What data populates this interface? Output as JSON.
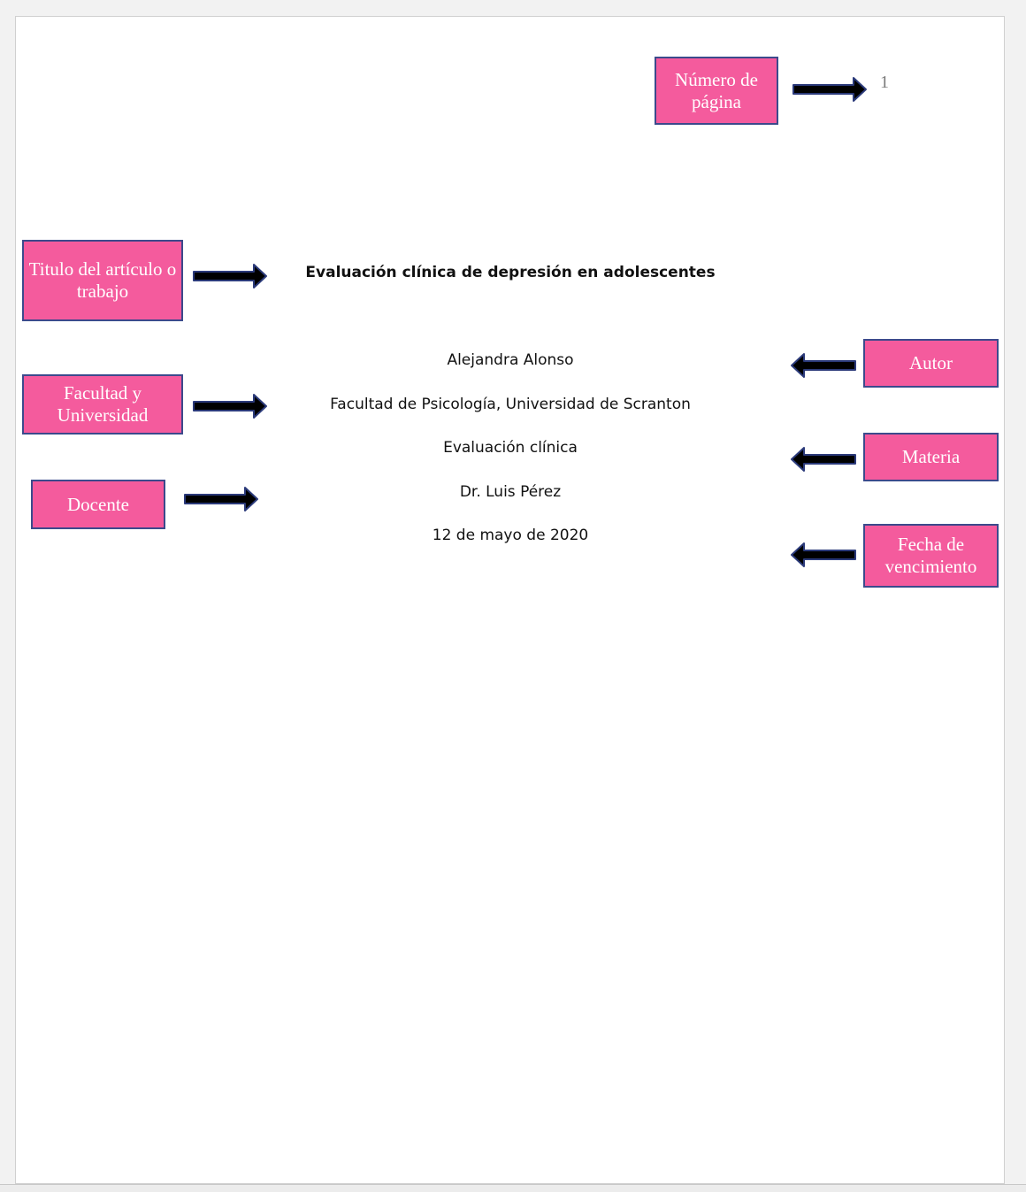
{
  "document": {
    "page_number": "1",
    "title": "Evaluación clínica de depresión en adolescentes",
    "author": "Alejandra Alonso",
    "affiliation": "Facultad de Psicología, Universidad de Scranton",
    "course": "Evaluación clínica",
    "instructor": "Dr. Luis Pérez",
    "date": "12 de mayo de 2020"
  },
  "labels": {
    "page_number": "Número de página",
    "title": "Titulo del artículo o trabajo",
    "affiliation": "Facultad y Universidad",
    "instructor": "Docente",
    "author": "Autor",
    "course": "Materia",
    "due_date": "Fecha de vencimiento"
  },
  "colors": {
    "label_fill": "#f45b9d",
    "label_border": "#3c4a8c",
    "arrow": "#000000"
  }
}
